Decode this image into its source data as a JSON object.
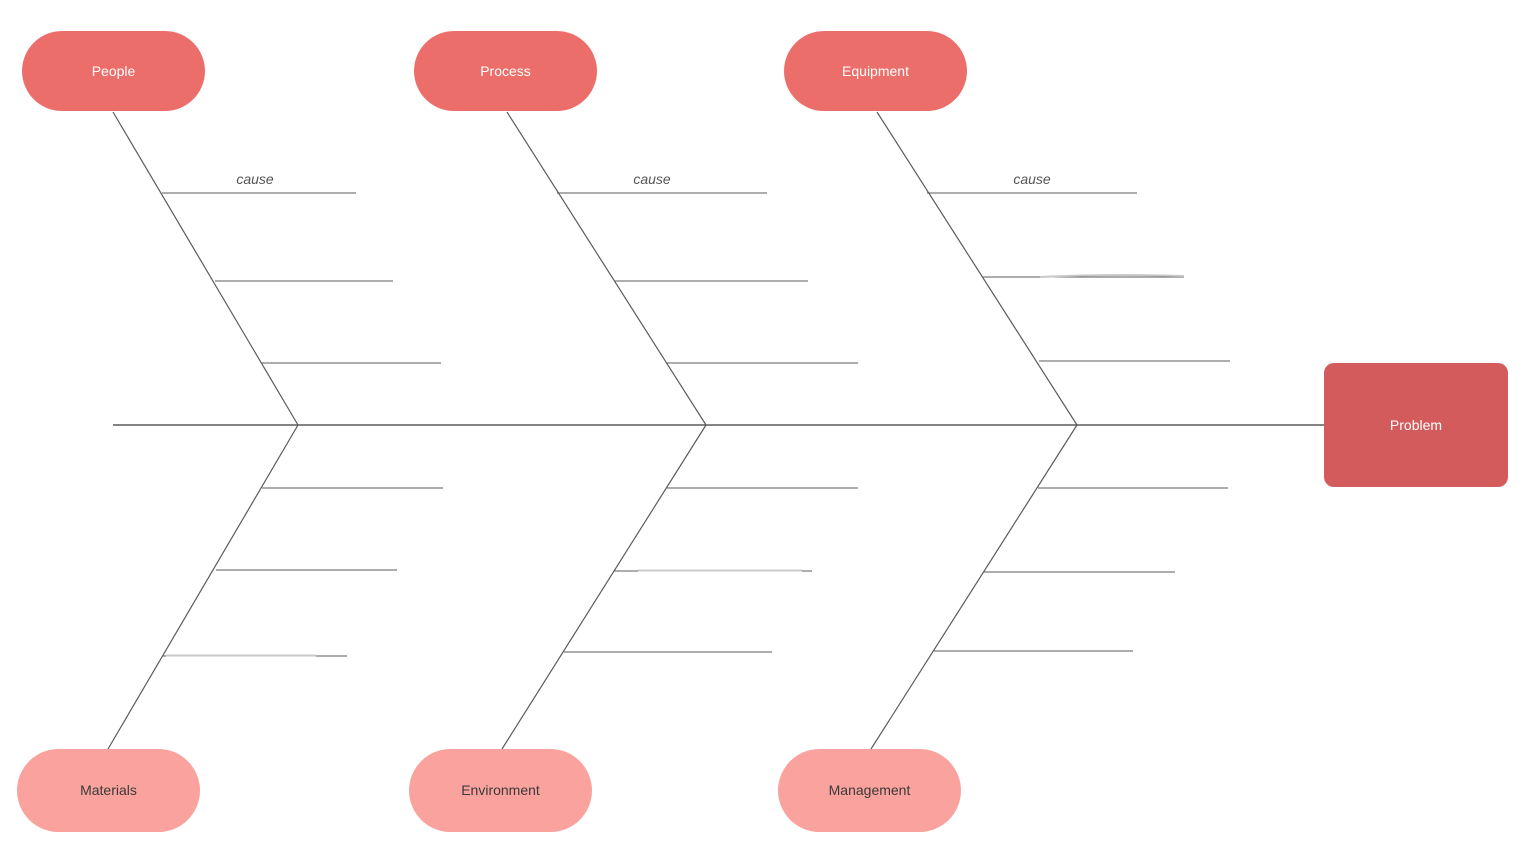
{
  "diagram": {
    "type": "fishbone-ishikawa",
    "problem": {
      "label": "Problem"
    },
    "top_categories": [
      {
        "label": "People"
      },
      {
        "label": "Process"
      },
      {
        "label": "Equipment"
      }
    ],
    "bottom_categories": [
      {
        "label": "Materials"
      },
      {
        "label": "Environment"
      },
      {
        "label": "Management"
      }
    ],
    "cause_labels": [
      {
        "label": "cause"
      },
      {
        "label": "cause"
      },
      {
        "label": "cause"
      }
    ],
    "colors": {
      "top_category_fill": "#ec6e6b",
      "bottom_category_fill": "#faa29d",
      "problem_fill": "#d45b5b",
      "top_category_text": "#ffffff",
      "bottom_category_text": "#3a3a3a",
      "problem_text": "#ffffff",
      "line": "#5b5b5b",
      "sketch_overlay_line": "#c9c9c9",
      "cause_text": "#555555",
      "background": "#ffffff"
    }
  }
}
